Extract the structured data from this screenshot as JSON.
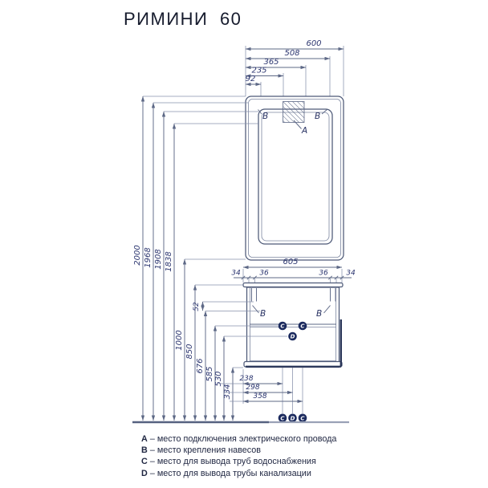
{
  "title": "РИМИНИ 60",
  "dims": {
    "top": [
      "600",
      "508",
      "365",
      "235",
      "92"
    ],
    "left": [
      "2000",
      "1968",
      "1908",
      "1838",
      "1000",
      "850",
      "676",
      "585",
      "530",
      "334"
    ],
    "hinge_offset": "52",
    "cabinet_width": "605",
    "cabinet_edge": [
      "34",
      "36",
      "36",
      "34"
    ],
    "bottom": [
      "238",
      "298",
      "358"
    ]
  },
  "markers": {
    "electric": "A",
    "mount": "B",
    "water": "C",
    "drain": "D"
  },
  "legend": [
    {
      "key": "A",
      "desc": "– место подключения электрического провода"
    },
    {
      "key": "B",
      "desc": "– место крепления навесов"
    },
    {
      "key": "C",
      "desc": "– место для вывода труб водоснабжения"
    },
    {
      "key": "D",
      "desc": "– место для вывода трубы канализации"
    }
  ],
  "colors": {
    "line": "#5d6886",
    "dim_text": "#2c3670",
    "dark_accent": "#2a3659",
    "marker_fill": "#1b2a5e",
    "floor": "#6a7492",
    "title_text": "#161b2d"
  }
}
